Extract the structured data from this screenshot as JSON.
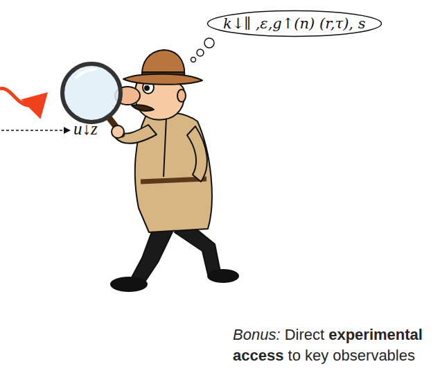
{
  "diagram": {
    "nodes": [
      {
        "text": [
          "k↓∥ ,ε,g↑(n) (r,τ), s"
        ]
      }
    ],
    "labels": [
      "u↓z",
      "Bonus:",
      "Direct",
      "experimental access",
      "to key observables"
    ]
  }
}
